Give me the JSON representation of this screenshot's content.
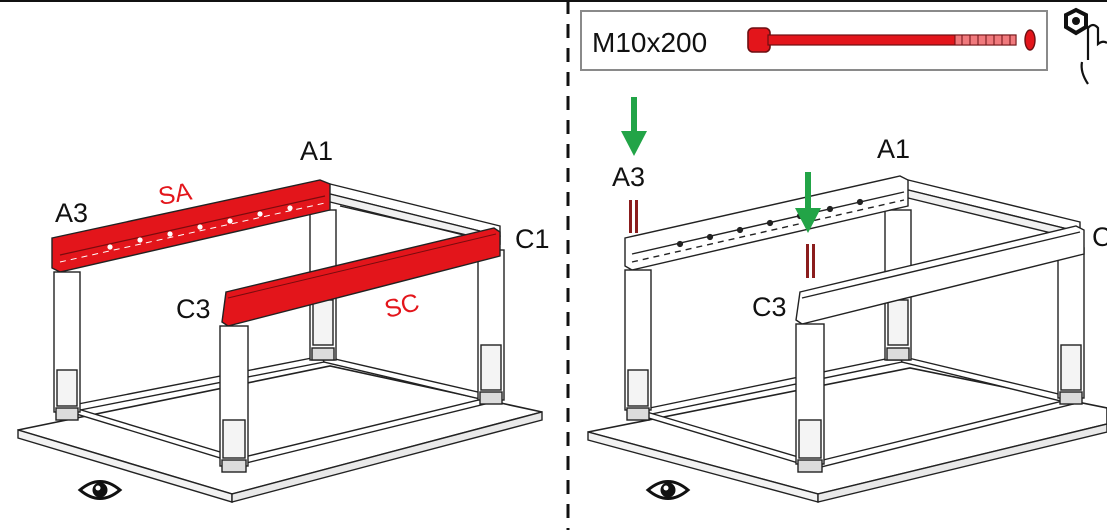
{
  "left_panel": {
    "labels": {
      "a1": "A1",
      "a3": "A3",
      "c1": "C1",
      "c3": "C3"
    },
    "parts": {
      "sa": "SA",
      "sc": "SC"
    },
    "view_icon": "eye-icon"
  },
  "right_panel": {
    "labels": {
      "a1": "A1",
      "a3": "A3",
      "c1": "C",
      "c3": "C3"
    },
    "bolt_callout": {
      "text": "M10x200",
      "icon": "bolt-icon"
    },
    "tool_icon": "hand-tighten-icon",
    "view_icon": "eye-icon"
  },
  "colors": {
    "highlight": "#e3151b",
    "arrow": "#22a447",
    "line": "#1a1a1a",
    "bolt_dark": "#8b1d1d"
  }
}
